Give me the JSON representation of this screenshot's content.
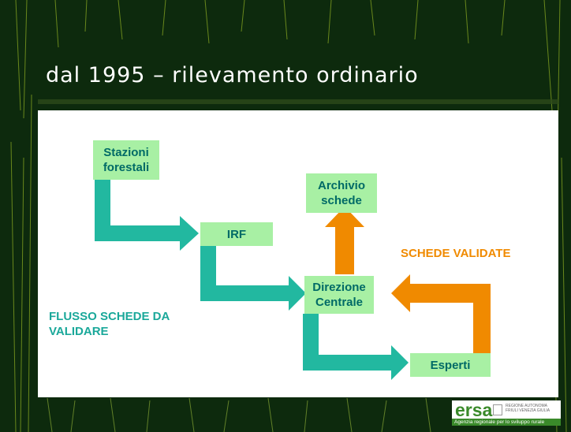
{
  "slide": {
    "title": "dal 1995 – rilevamento ordinario"
  },
  "diagram": {
    "nodes": {
      "stazioni": "Stazioni forestali",
      "archivio": "Archivio schede",
      "irf": "IRF",
      "direzione": "Direzione Centrale",
      "esperti": "Esperti"
    },
    "labels": {
      "validate": "SCHEDE VALIDATE",
      "da_validare": "FLUSSO SCHEDE DA VALIDARE"
    },
    "colors": {
      "teal_flow": "#22b8a0",
      "orange_flow": "#f08a00",
      "box_fill": "#a8f0a4",
      "box_text": "#006a66",
      "teal_text": "#1aa89a",
      "orange_text": "#f08a00"
    }
  },
  "logo": {
    "word": "ersa",
    "region": "REGIONE AUTONOMA\nFRIULI VENEZIA GIULIA",
    "subtitle": "Agenzia regionale per lo sviluppo rurale"
  }
}
